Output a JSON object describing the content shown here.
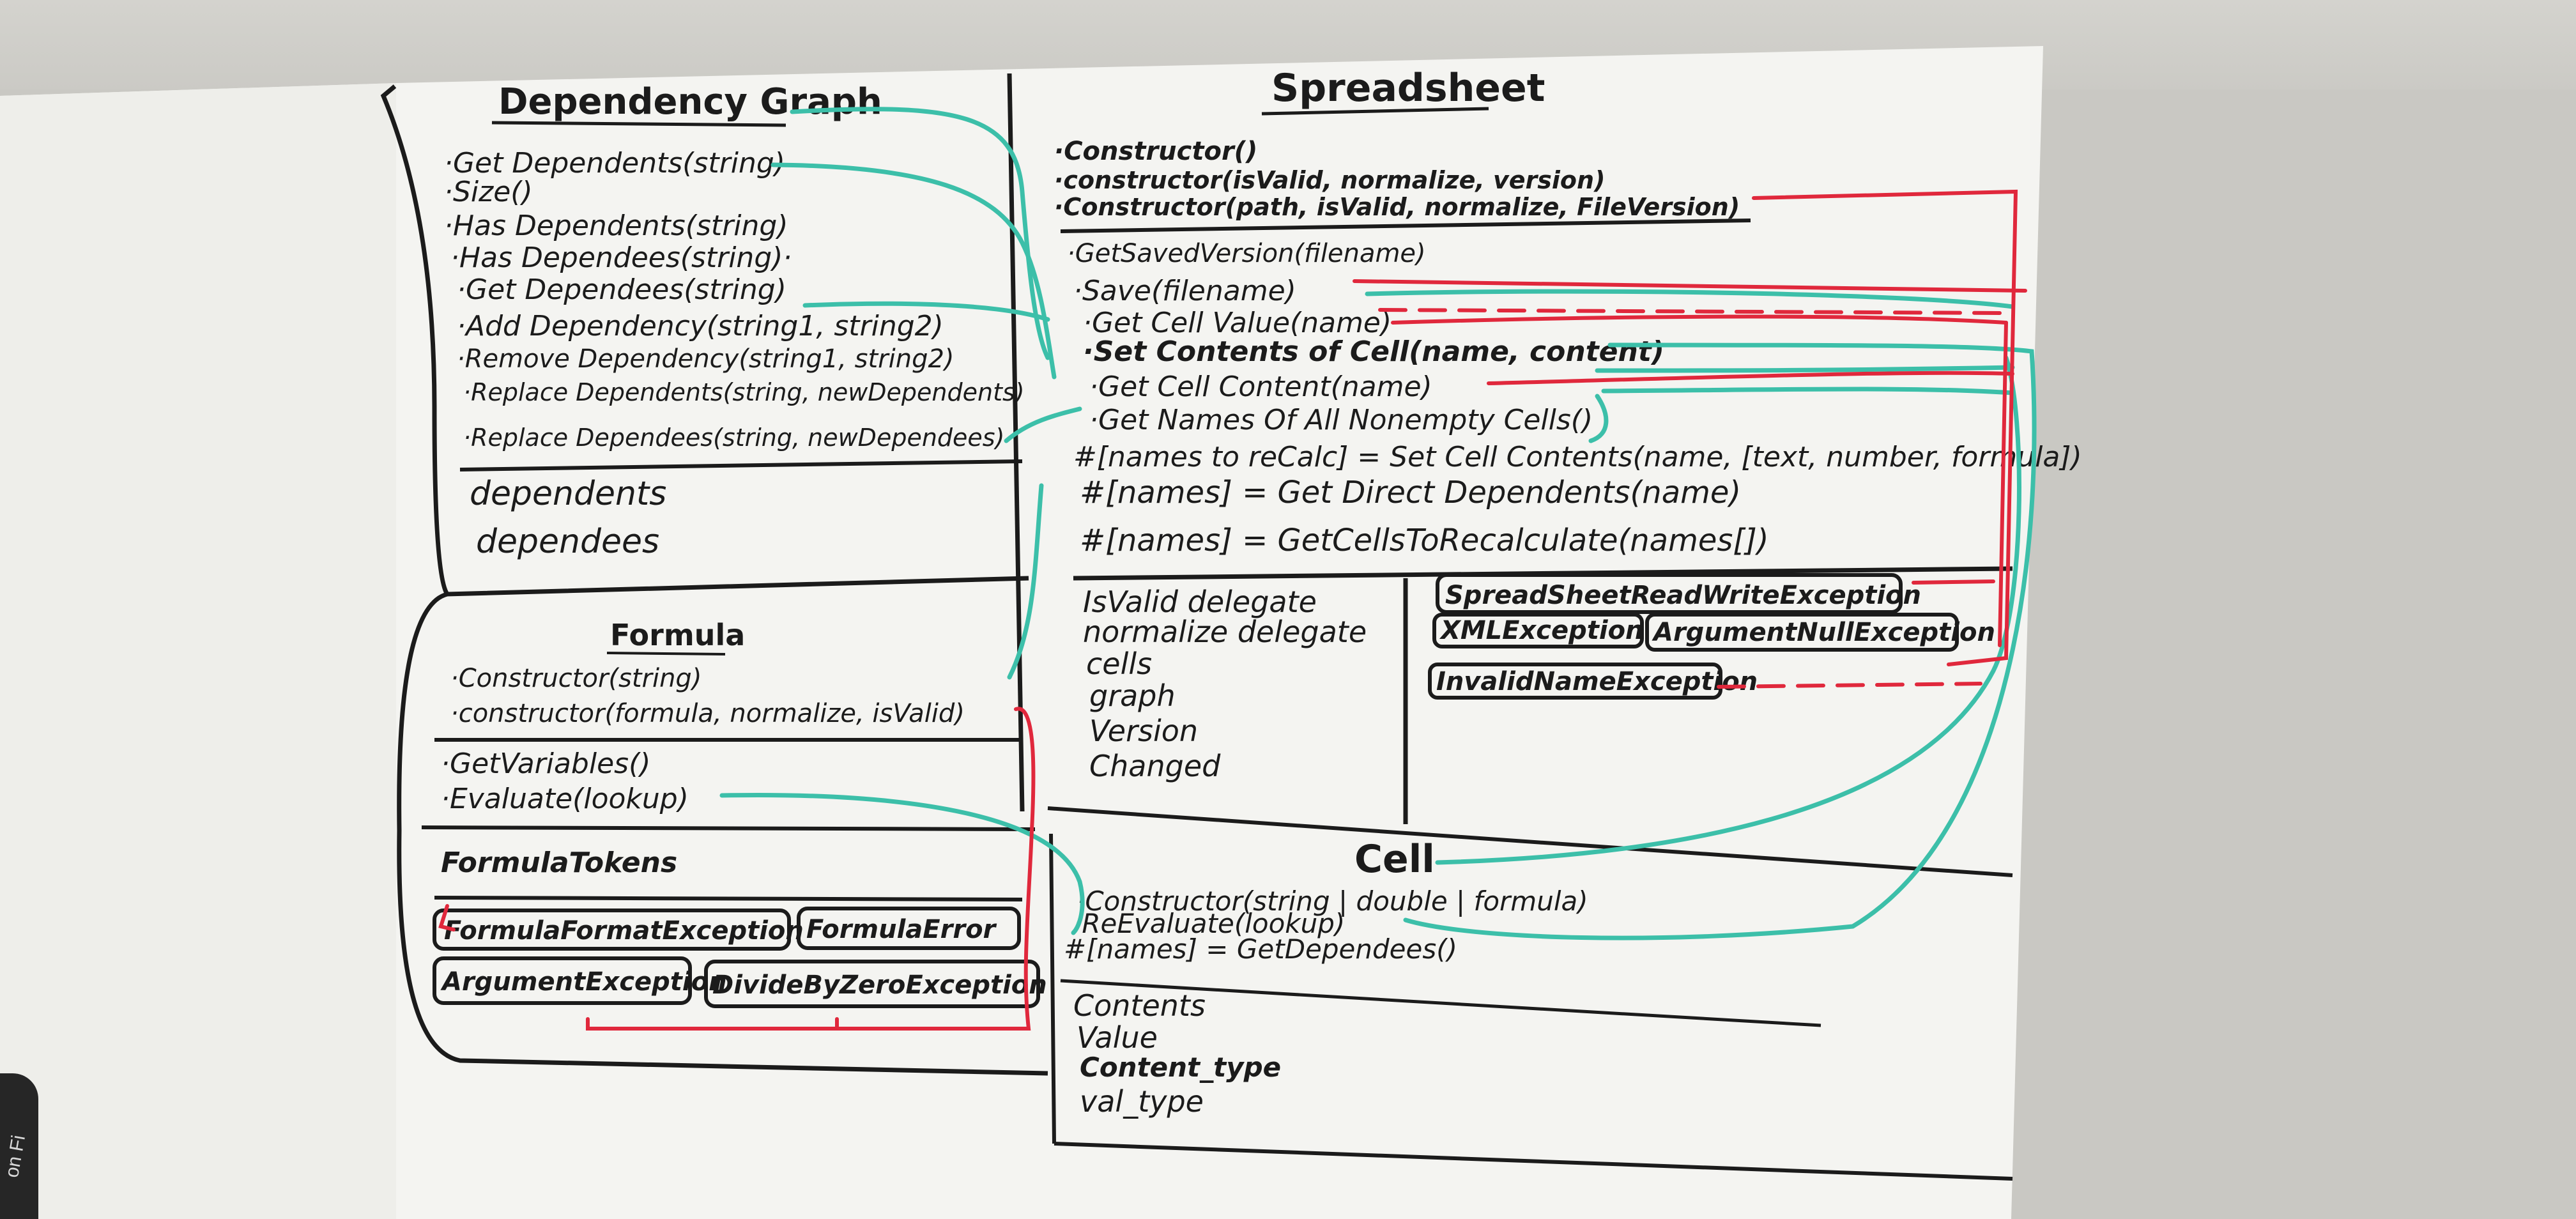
{
  "dependency_graph": {
    "title": "Dependency Graph",
    "methods": [
      "·Get Dependents(string)",
      "·Size()",
      "·Has Dependents(string)",
      "·Has Dependees(string)·",
      "·Get Dependees(string)",
      "·Add Dependency(string1, string2)",
      "·Remove Dependency(string1, string2)",
      "·Replace Dependents(string, newDependents)",
      "·Replace Dependees(string, newDependees)"
    ],
    "fields": [
      "dependents",
      "dependees"
    ]
  },
  "formula": {
    "title": "Formula",
    "constructors": [
      "·Constructor(string)",
      "·constructor(formula, normalize, isValid)"
    ],
    "methods": [
      "·GetVariables()",
      "·Evaluate(lookup)"
    ],
    "fields": [
      "FormulaTokens"
    ],
    "exceptions": [
      "FormulaFormatException",
      "FormulaError",
      "ArgumentException",
      "DivideByZeroException"
    ]
  },
  "spreadsheet": {
    "title": "Spreadsheet",
    "constructors": [
      "·Constructor()",
      "·constructor(isValid, normalize, version)",
      "·Constructor(path, isValid, normalize, FileVersion)"
    ],
    "methods": [
      "·GetSavedVersion(filename)",
      "·Save(filename)",
      "·Get Cell Value(name)",
      "·Set Contents of Cell(name, content)",
      "·Get Cell Content(name)",
      "·Get Names Of All Nonempty Cells()"
    ],
    "protected_methods": [
      "#[names to reCalc] = Set Cell Contents(name, [text, number, formula])",
      "#[names] = Get Direct Dependents(name)",
      "#[names] = GetCellsToRecalculate(names[])"
    ],
    "fields": [
      "IsValid delegate",
      "normalize delegate",
      "cells",
      "graph",
      "Version",
      "Changed"
    ],
    "exceptions": [
      "SpreadSheetReadWriteException",
      "XMLException",
      "ArgumentNullException",
      "InvalidNameException"
    ]
  },
  "cell": {
    "title": "Cell",
    "methods": [
      "·Constructor(string | double | formula)",
      "·ReEvaluate(lookup)",
      "#[names] = GetDependees()"
    ],
    "fields": [
      "Contents",
      "Value",
      "Content_type",
      "val_type"
    ]
  },
  "colors": {
    "board": "#f4f4f1",
    "ink": "#1b1b1b",
    "teal_arrow": "#3cbfa9",
    "red_arrow": "#e0283c"
  },
  "corner_label": "on Fi"
}
